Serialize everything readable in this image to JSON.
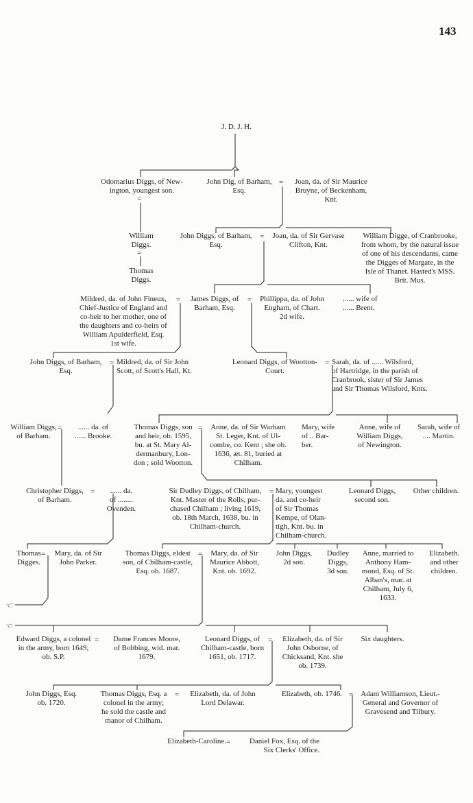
{
  "page_number": "143",
  "symbols": {
    "marriage": "=",
    "hand": "☜"
  },
  "root": "J. D.  J. H.",
  "persons": [
    "Odomarius Diggs, of New-\nington, youngest son.",
    "John Dig, of Barham,\nEsq.",
    "Joan, da. of Sir Maurice\nBruyne, of Beckenham,\nKnt.",
    "William\nDiggs.",
    "Thomas\nDiggs.",
    "John Diggs, of Barham,\nEsq.",
    "Joan, da. of Sir Gervase\nClifton, Knt.",
    "William Digge, of Cranbrooke,\nfrom whom, by the natural issue\nof one of his descendants, came\nthe Digges of Margate, in the\nIsle of Thanet. Hasted's MSS.\nBrit. Mus.",
    "Mildred, da. of John Fineux,\nChief-Justice of England and\nco-heir to her mother, one of\nthe daughters and co-heirs of\nWilliam Apulderfield, Esq.\n1st wife.",
    "James Diggs, of\nBarham, Esq.",
    "Phillippa, da. of John\nEngham, of Chart.\n2d wife.",
    "...... wife of\n...... Brent.",
    "John Diggs, of Barham,\nEsq.",
    "Mildred, da. of Sir John\nScott, of Scott's Hall, Kt.",
    "Leonard Diggs, of Wootton-\nCourt.",
    "Sarah, da. of ...... Wilsford,\nof Hartridge, in the parish of\nCranbrook, sister of Sir James\nand Sir Thomas Wilsford, Knts.",
    "William Diggs,\nof Barham.",
    "...... da. of\n...... Brooke.",
    "Thomas Diggs, son\nand heir, ob. 1595,\nbu. at St. Mary Al-\ndermanbury, Lon-\ndon ; sold Wootton.",
    "Anne, da. of Sir Warham\nSt. Leger, Knt. of Ul-\ncombe, co. Kent ; she ob.\n1636, æt. 81, buried at\nChilham.",
    "Mary, wife\nof .. Bar-\nber.",
    "Anne, wife of\nWilliam Diggs,\nof Newington.",
    "Sarah, wife of\n.... Martin.",
    "Christopher Diggs,\nof Barham.",
    "...... da.\nof ........\nOvenden.",
    "Sir Dudley Diggs, of Chilham,\nKnt. Master of the Rolls, pur-\nchased Chilham ; living 1619,\nob. 18th March, 1638, bu. in\nChilham-church.",
    "Mary, youngest\nda. and co-heir\nof Sir Thomas\nKempe, of Olan-\ntigh, Knt. bu. in\nChilham-church.",
    "Leonard Diggs,\nsecond son.",
    "Other children.",
    "Thomas\nDigges.",
    "Mary, da. of Sir\nJohn Parker.",
    "Thomas Diggs, eldest\nson, of Chilham-castle,\nEsq. ob. 1687.",
    "Mary, da. of Sir\nMaurice Abbott,\nKnt. ob. 1692.",
    "John Diggs,\n2d son.",
    "Dudley\nDiggs,\n3d son.",
    "Anne, married to\nAnthony Ham-\nmond, Esq. of St.\nAlban's, mar. at\nChilham, July 6,\n1633.",
    "Elizabeth.\nand other\nchildren.",
    "Edward Diggs, a colonel\nin the army, born 1649,\nob. S.P.",
    "Dame Frances Moore,\nof Bobbing, wid. mar.\n1679.",
    "Leonard Diggs, of\nChilham-castle, born\n1651, ob. 1717.",
    "Elizabeth, da. of Sir\nJohn Osborne, of\nChicksand, Knt. she\nob. 1739.",
    "Six daughters.",
    "John Diggs, Esq.\nob. 1720.",
    "Thomas Diggs, Esq. a\ncolonel in the army;\nhe sold the castle and\nmanor of Chilham.",
    "Elizabeth, da. of John\nLord Delawar.",
    "Elizabeth, ob. 1746.",
    "Adam Williamson, Lieut.-\nGeneral and Governor of\nGravesend and Tilbury.",
    "Elizabeth-Caroline.",
    "Daniel Fox, Esq. of the\nSix Clerks' Office."
  ]
}
